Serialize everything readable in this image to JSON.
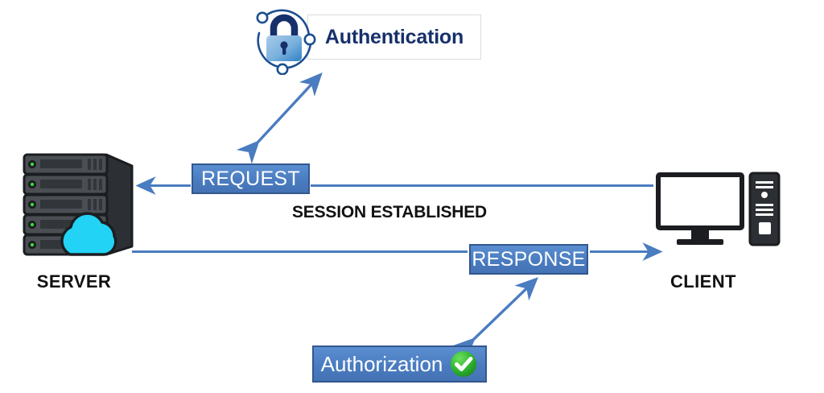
{
  "diagram": {
    "title_elements": {
      "authentication": {
        "label": "Authentication",
        "icon": "lock-orbit-icon"
      },
      "authorization": {
        "label": "Authorization",
        "icon": "green-check-icon"
      }
    },
    "nodes": {
      "server": {
        "label": "SERVER",
        "icon": "server-rack-cloud-icon"
      },
      "client": {
        "label": "CLIENT",
        "icon": "desktop-computer-icon"
      }
    },
    "messages": {
      "request": "REQUEST",
      "response": "RESPONSE",
      "session": "SESSION ESTABLISHED"
    },
    "colors": {
      "pill_fill": "#4a7cc0",
      "pill_border": "#33578f",
      "arrow": "#4a7cc0",
      "auth_text": "#17306b",
      "check_green": "#2fb52f",
      "cloud_cyan": "#22d3f5",
      "server_body": "#3f4246",
      "led_green": "#35e03a",
      "label_black": "#111111"
    },
    "flows": [
      {
        "name": "request-flow",
        "from": "client",
        "to": "server",
        "label": "REQUEST",
        "direction": "right-to-left"
      },
      {
        "name": "response-flow",
        "from": "server",
        "to": "client",
        "label": "RESPONSE",
        "direction": "left-to-right"
      },
      {
        "name": "auth-link",
        "from": "REQUEST",
        "to": "Authentication",
        "direction": "bidirectional"
      },
      {
        "name": "authz-link",
        "from": "RESPONSE",
        "to": "Authorization",
        "direction": "bidirectional"
      }
    ]
  }
}
